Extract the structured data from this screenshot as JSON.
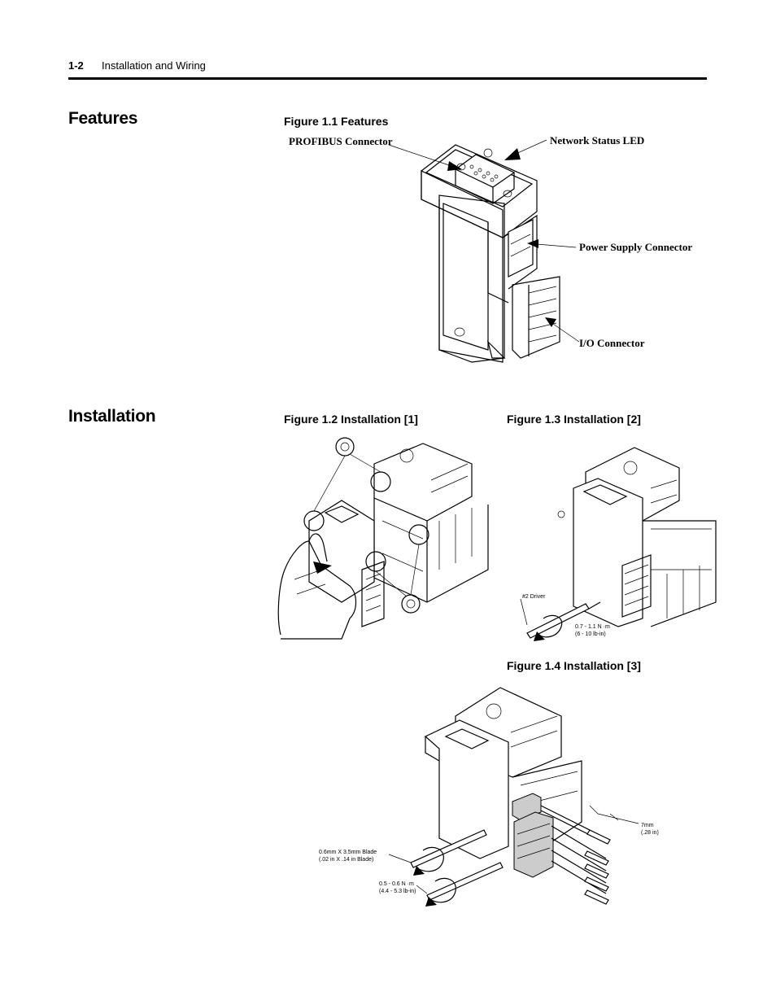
{
  "header": {
    "page_number": "1-2",
    "section_title": "Installation and Wiring"
  },
  "features": {
    "heading": "Features",
    "figure_caption": "Figure 1.1 Features",
    "callouts": {
      "profibus": "PROFIBUS Connector",
      "network_led": "Network Status LED",
      "power_supply": "Power Supply Connector",
      "io": "I/O Connector"
    }
  },
  "installation": {
    "heading": "Installation",
    "fig2_caption": "Figure 1.2 Installation [1]",
    "fig3_caption": "Figure 1.3 Installation [2]",
    "fig4_caption": "Figure 1.4 Installation [3]",
    "fig3_labels": {
      "driver": "#2 Driver",
      "torque_line1": "0.7 - 1.1 N ·m",
      "torque_line2": "(6 - 10 lb-in)"
    },
    "fig4_labels": {
      "strip_line1": "7mm",
      "strip_line2": "(.28 in)",
      "blade_line1": "0.6mm X 3.5mm Blade",
      "blade_line2": "(.02 in X .14 in Blade)",
      "torque_line1": "0.5 - 0.6 N ·m",
      "torque_line2": "(4.4 - 5.3 lb-in)"
    }
  }
}
